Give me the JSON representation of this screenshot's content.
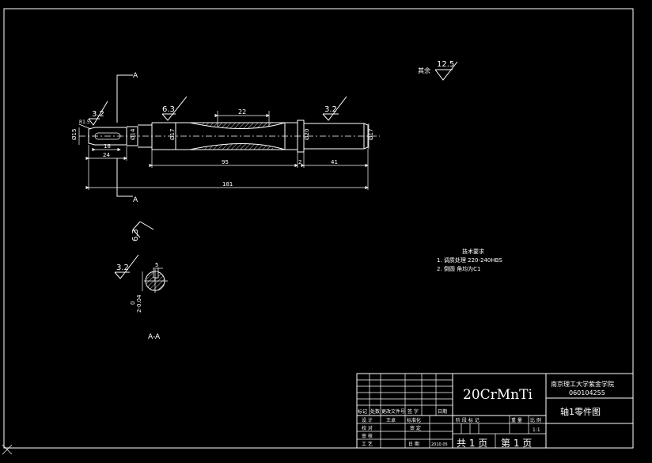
{
  "section": {
    "marker_top": "A",
    "marker_bottom": "A",
    "view_label": "A-A"
  },
  "roughness": {
    "general_value": "12.5",
    "general_prefix": "其余",
    "left_end": "3.2",
    "middle": "6.3",
    "right_end": "3.2",
    "section_side": "6.3",
    "section_key": "3.2"
  },
  "dims": {
    "groove_width": "22",
    "d1": "Ø15",
    "d2": "Ø14",
    "d3": "Ø17",
    "d4": "Ø20",
    "d5": "Ø17",
    "keyway": "18",
    "len_left": "24",
    "len_mid": "95",
    "len_collar": "2",
    "len_right": "41",
    "len_total": "181",
    "r_fillet": "R1.5",
    "key_width": "5",
    "key_depth_label": "2-0.04",
    "key_depth_base": "0"
  },
  "notes": {
    "title": "技术要求",
    "items": [
      "1. 调质处理 220-240HBS",
      "2. 倒圆 角均为C1"
    ]
  },
  "title_block": {
    "material": "20CrMnTi",
    "school": "南京理工大学紫金学院",
    "student_id": "060104255",
    "drawing_name": "轴1零件图",
    "rev_headers": [
      "标记",
      "处数",
      "更改文件号",
      "签 字",
      "日期"
    ],
    "design": "设 计",
    "designer": "王卓",
    "standardize": "标准化",
    "check": "校 对",
    "review": "审 定",
    "audit": "审 核",
    "process": "工 艺",
    "date_label": "日 期",
    "date": "2010.05",
    "stage_label": "阶 段 标 记",
    "weight_label": "重 量",
    "scale_label": "比 例",
    "scale": "1:1",
    "total_sheets": "共 1 页",
    "sheet_no": "第 1 页"
  }
}
